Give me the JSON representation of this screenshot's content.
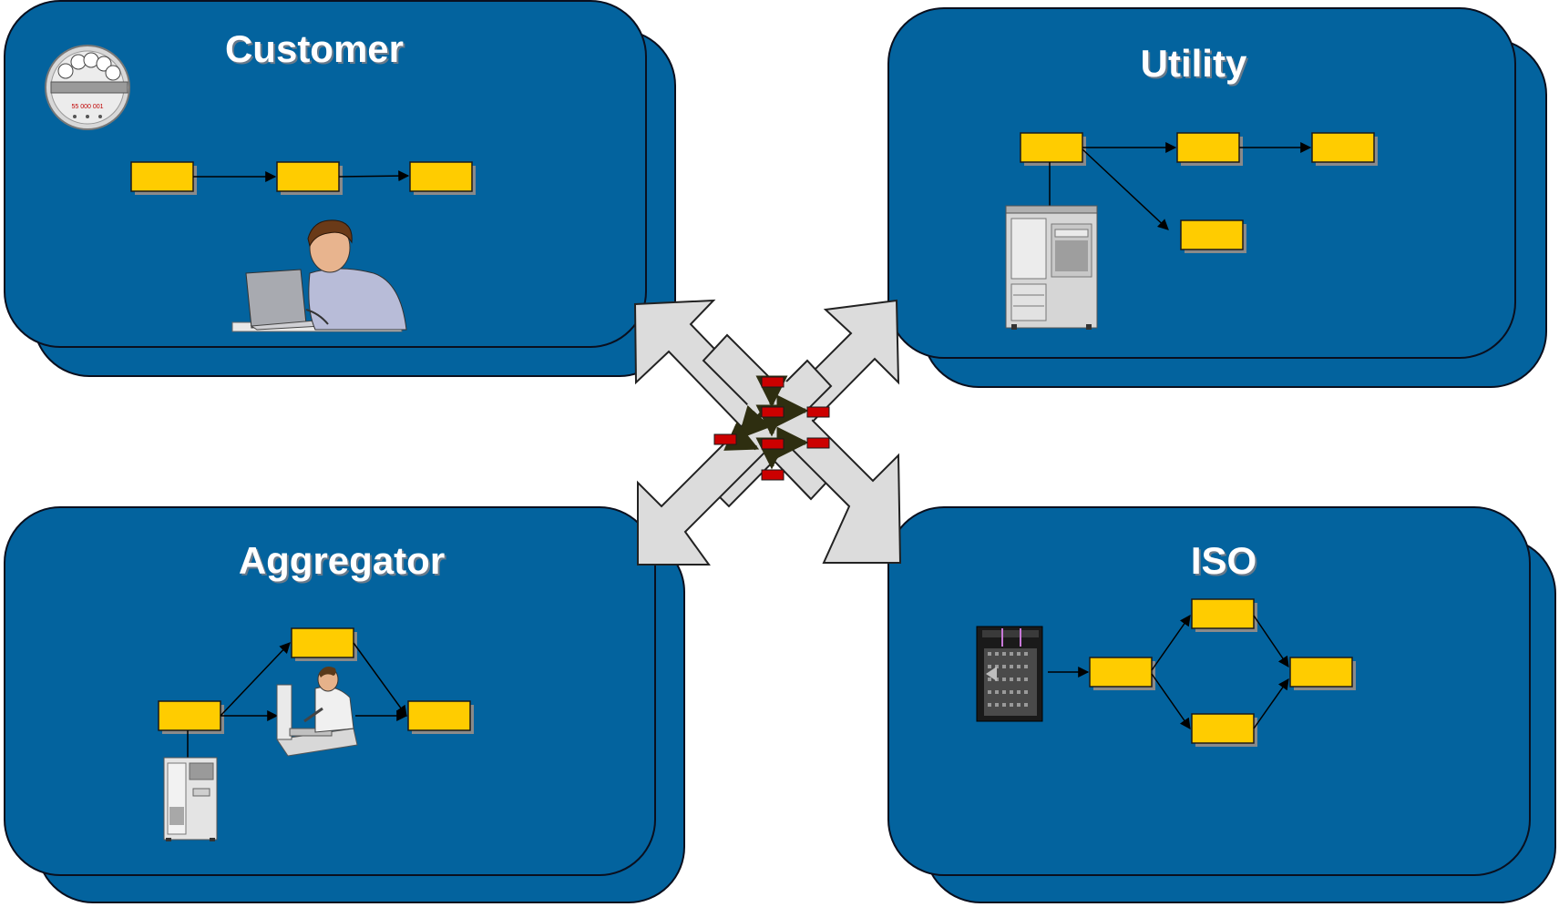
{
  "panels": {
    "customer": {
      "title": "Customer",
      "meter_reading": "55 000 001"
    },
    "utility": {
      "title": "Utility"
    },
    "aggregator": {
      "title": "Aggregator"
    },
    "iso": {
      "title": "ISO"
    }
  },
  "colors": {
    "panel_fill": "#03639e",
    "panel_border": "#0a0f1e",
    "process_box": "#ffcc00",
    "hub_box": "#cc0000",
    "hub_arrows": "#dcdcdc",
    "hub_pointer": "#3a3a1a"
  },
  "icons": {
    "meter": "electric-meter-icon",
    "laptop_user": "person-at-laptop-icon",
    "server": "server-tower-icon",
    "desk_user": "person-at-desk-icon",
    "datacenter": "datacenter-rack-icon",
    "exchange": "four-way-arrows-icon"
  }
}
